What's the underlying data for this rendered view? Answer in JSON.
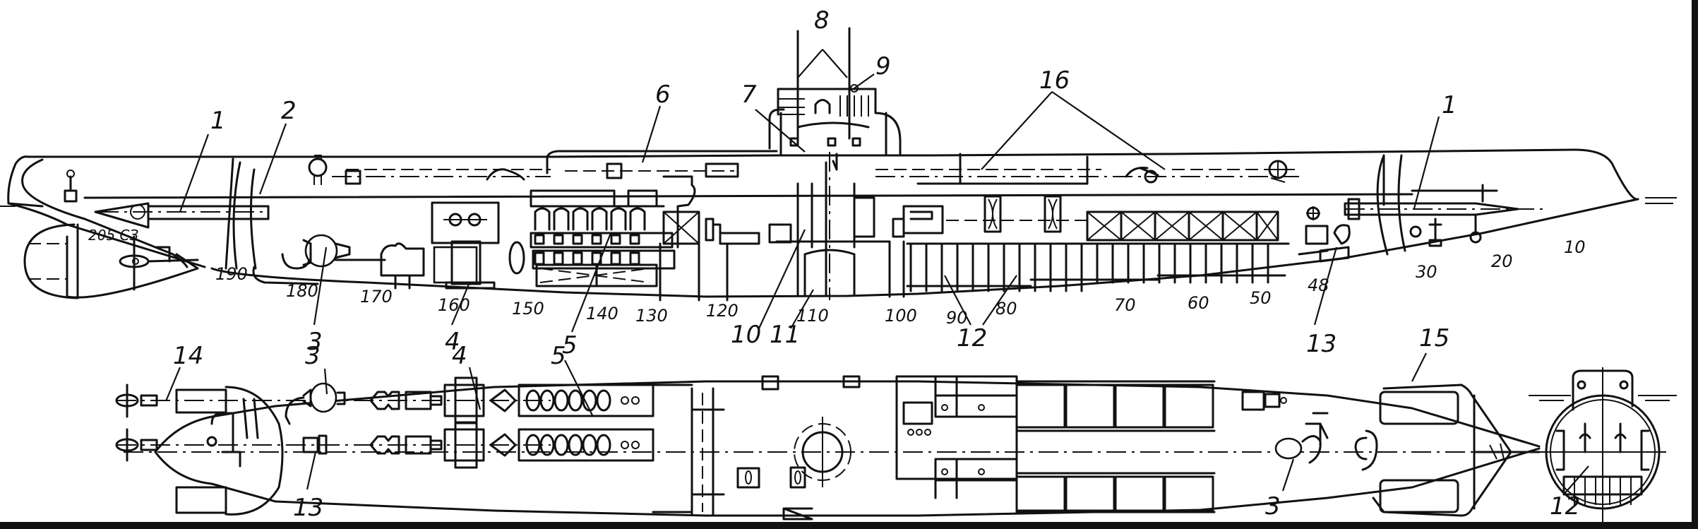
{
  "figure": {
    "subject": "Submarine general arrangement drawing",
    "views": [
      "side-section",
      "plan-section",
      "cross-section"
    ],
    "hull_number": "205 СЗ"
  },
  "callouts": {
    "side": [
      {
        "id": "c1a",
        "text": "1"
      },
      {
        "id": "c2",
        "text": "2"
      },
      {
        "id": "c3a",
        "text": "3"
      },
      {
        "id": "c4a",
        "text": "4"
      },
      {
        "id": "c5a",
        "text": "5"
      },
      {
        "id": "c6",
        "text": "6"
      },
      {
        "id": "c7",
        "text": "7"
      },
      {
        "id": "c8",
        "text": "8"
      },
      {
        "id": "c9",
        "text": "9"
      },
      {
        "id": "c10",
        "text": "10"
      },
      {
        "id": "c11",
        "text": "11"
      },
      {
        "id": "c12a",
        "text": "12"
      },
      {
        "id": "c13a",
        "text": "13"
      },
      {
        "id": "c16",
        "text": "16"
      },
      {
        "id": "c1b",
        "text": "1"
      }
    ],
    "plan": [
      {
        "id": "c14",
        "text": "14"
      },
      {
        "id": "c3b",
        "text": "3"
      },
      {
        "id": "c4b",
        "text": "4"
      },
      {
        "id": "c5b",
        "text": "5"
      },
      {
        "id": "c13b",
        "text": "13"
      },
      {
        "id": "c15",
        "text": "15"
      },
      {
        "id": "c3c",
        "text": "3"
      },
      {
        "id": "c12b",
        "text": "12"
      }
    ]
  },
  "frame_numbers": [
    "190",
    "180",
    "170",
    "160",
    "150",
    "140",
    "130",
    "120",
    "110",
    "100",
    "90",
    "80",
    "70",
    "60",
    "50",
    "48",
    "30",
    "20",
    "10"
  ]
}
